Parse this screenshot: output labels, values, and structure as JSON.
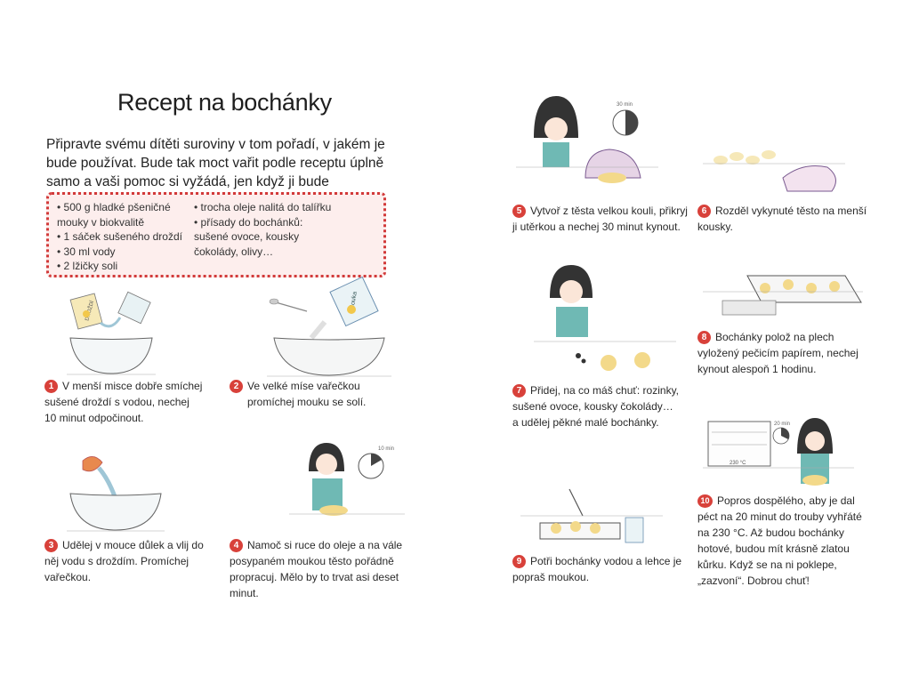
{
  "page": {
    "title": "Recept na bochánky",
    "intro": "Připravte svému dítěti suroviny v tom pořadí, v jakém je bude používat. Bude tak moct vařit podle receptu úplně samo a vaši pomoc si vyžádá, jen když ji bude potřebovat."
  },
  "ingredients": {
    "left": [
      "• 500 g hladké pšeničné",
      "mouky v biokvalitě",
      "• 1 sáček sušeného droždí",
      "• 30 ml vody",
      "• 2 lžičky soli"
    ],
    "right": [
      "• trocha oleje nalitá do talířku",
      "• přísady do bochánků:",
      "sušené ovoce, kousky",
      "čokolády, olivy…"
    ]
  },
  "steps": [
    {
      "num": "1",
      "lines": [
        "V menší misce dobře smíchej",
        "sušené droždí s vodou, nechej",
        "10 minut odpočinout."
      ]
    },
    {
      "num": "2",
      "lines": [
        "Ve velké míse vařečkou",
        "promíchej mouku se solí."
      ]
    },
    {
      "num": "3",
      "lines": [
        "Udělej v mouce důlek a vlij do",
        "něj vodu s droždím. Promíchej",
        "vařečkou."
      ]
    },
    {
      "num": "4",
      "lines": [
        "Namoč si ruce do oleje a na vále",
        "posypaném moukou těsto pořádně",
        "propracuj. Mělo by to trvat asi deset",
        "minut."
      ]
    },
    {
      "num": "5",
      "lines": [
        "Vytvoř z těsta velkou kouli, přikryj",
        "ji utěrkou a nechej 30 minut kynout."
      ]
    },
    {
      "num": "6",
      "lines": [
        "Rozděl vykynuté těsto na menší",
        "kousky."
      ]
    },
    {
      "num": "7",
      "lines": [
        "Přidej, na co máš chuť: rozinky,",
        "sušené ovoce, kousky čokolády…",
        "a udělej pěkné malé bochánky."
      ]
    },
    {
      "num": "8",
      "lines": [
        "Bochánky polož na plech",
        "vyložený pečicím papírem, nechej",
        "kynout alespoň 1 hodinu."
      ]
    },
    {
      "num": "9",
      "lines": [
        "Potři bochánky vodou a lehce je",
        "popraš moukou."
      ]
    },
    {
      "num": "10",
      "lines": [
        "Popros dospělého, aby je dal",
        "péct na 20 minut do trouby vyhřáté",
        "na 230 °C. Až budou bochánky",
        "hotové, budou mít krásně zlatou",
        "kůrku. Když se na ni poklepe,",
        "„zazvoní“. Dobrou chuť!"
      ]
    }
  ],
  "illustration_labels": {
    "timer_10": "10 min",
    "timer_30": "30 min",
    "timer_20": "20 min",
    "oven_temp": "230 °C",
    "yeast_packet": "DROŽDÍ",
    "flour_bag": "Mouka"
  },
  "colors": {
    "accent_red": "#d8413a",
    "box_fill": "#fdeeed",
    "shirt_teal": "#6fb9b4",
    "dough": "#f3d98a"
  }
}
